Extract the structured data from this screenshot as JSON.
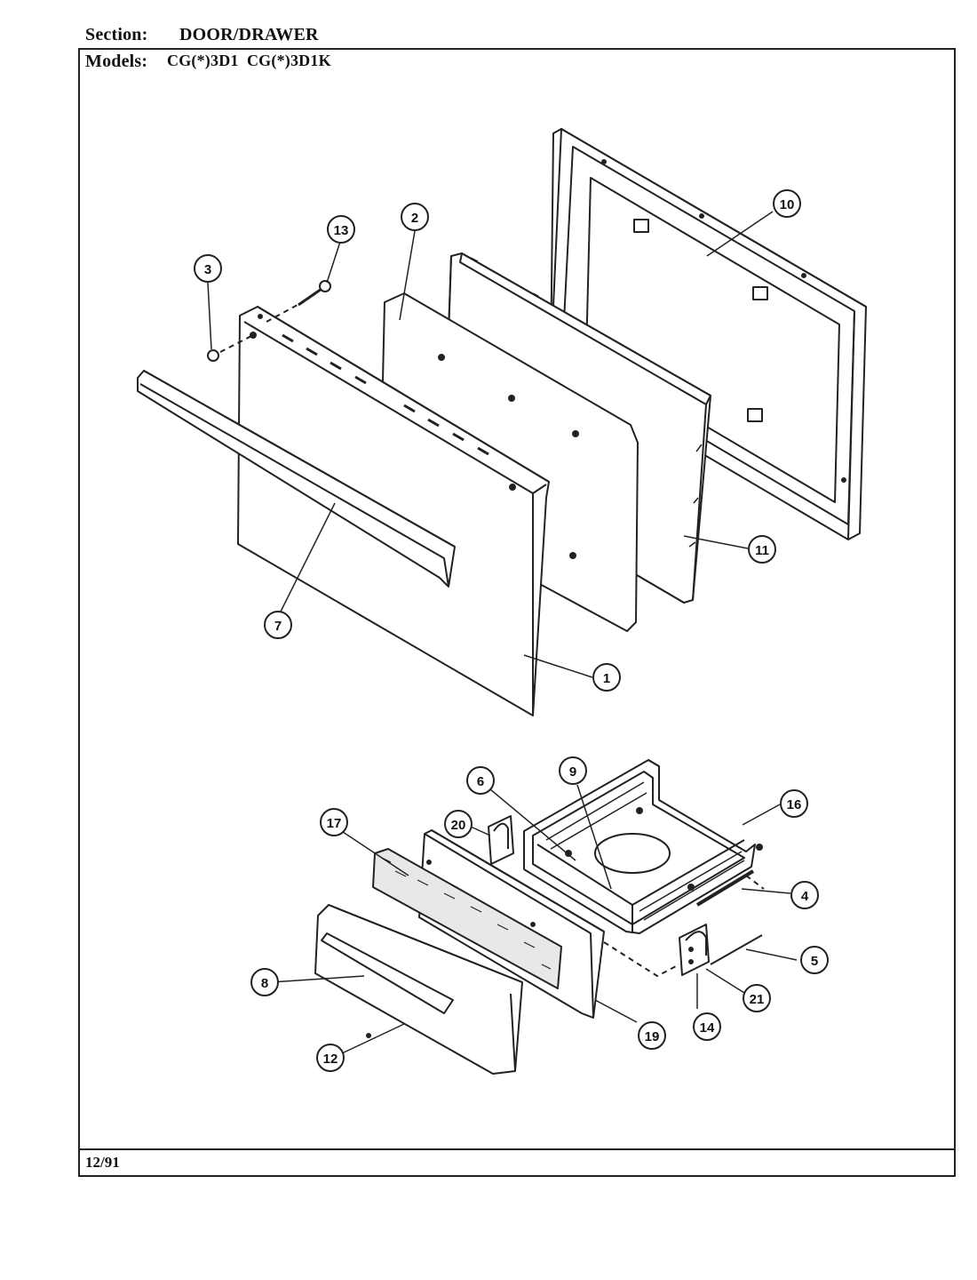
{
  "header": {
    "section_label": "Section:",
    "section_value": "DOOR/DRAWER",
    "models_label": "Models:",
    "models_value": "CG(*)3D1  CG(*)3D1K"
  },
  "footer": {
    "date": "12/91"
  },
  "callouts": [
    "1",
    "2",
    "3",
    "4",
    "5",
    "6",
    "7",
    "8",
    "9",
    "10",
    "11",
    "12",
    "13",
    "14",
    "16",
    "17",
    "19",
    "20",
    "21"
  ]
}
